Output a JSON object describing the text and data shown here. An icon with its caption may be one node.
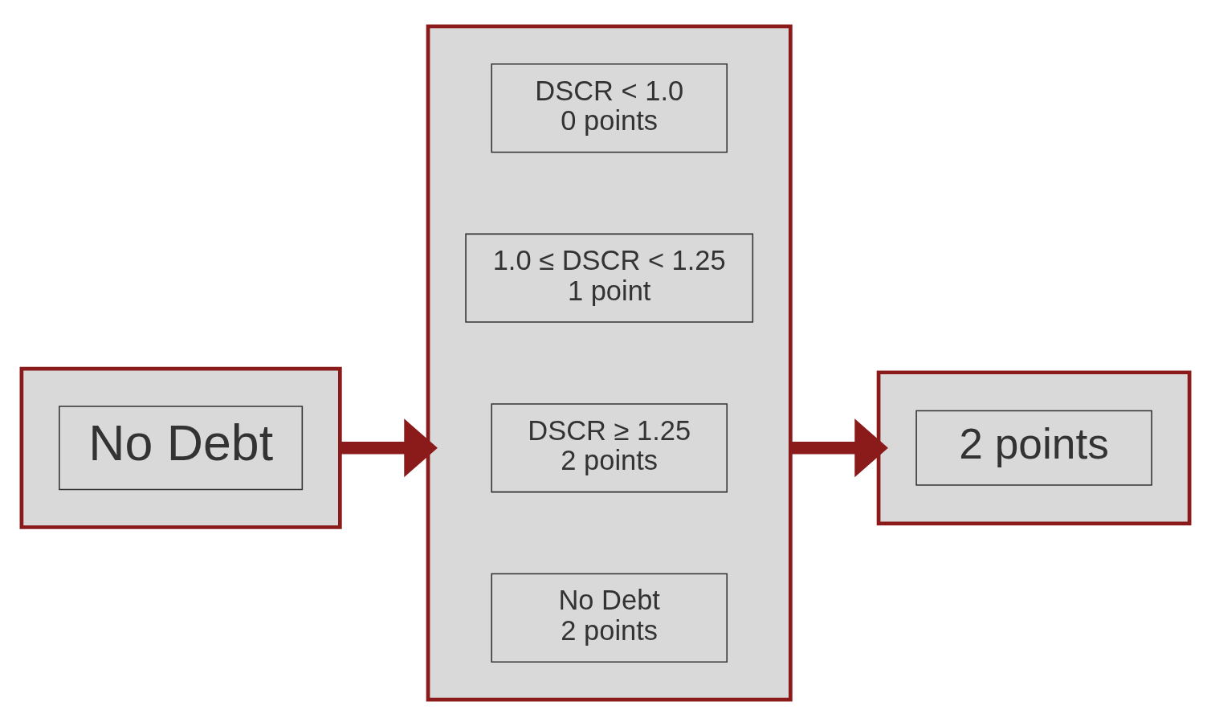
{
  "diagram": {
    "nodes": [
      {
        "text": [],
        "shape": "box"
      },
      {
        "text": [
          "No Debt"
        ],
        "in": 0
      },
      {
        "text": [],
        "shape": "box"
      },
      {
        "text": [
          "DSCR < 1.0",
          "0 points"
        ],
        "in": 2
      },
      {
        "text": [
          "1.0 ≤ DSCR < 1.25",
          "1 point"
        ],
        "in": 2
      },
      {
        "text": [
          "DSCR ≥ 1.25",
          "2 points"
        ],
        "in": 2
      },
      {
        "text": [
          "No Debt",
          "2 points"
        ],
        "in": 2
      },
      {
        "text": [],
        "shape": "box"
      },
      {
        "text": [
          "2 points"
        ],
        "in": 7
      }
    ],
    "edges": [
      {
        "from": 0,
        "to": 2,
        "arrow": "to"
      },
      {
        "from": 2,
        "to": 7,
        "arrow": "to"
      }
    ]
  }
}
